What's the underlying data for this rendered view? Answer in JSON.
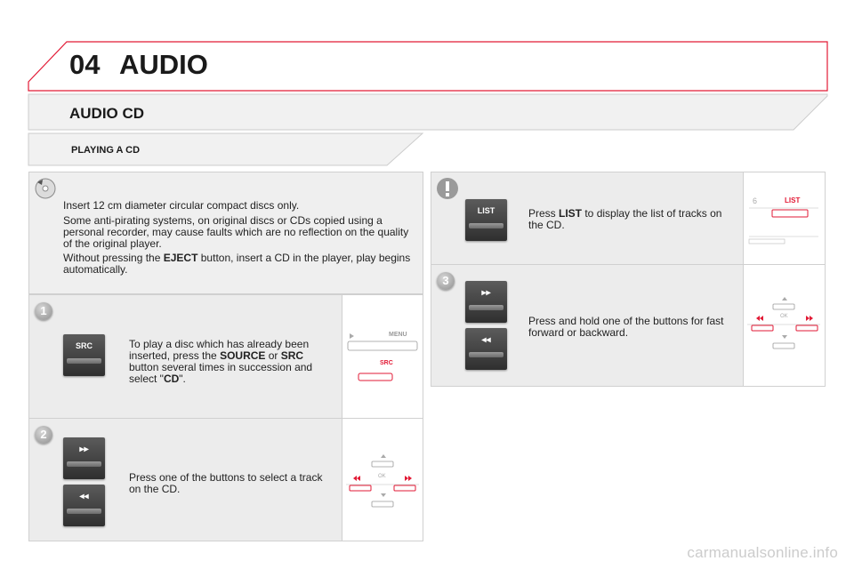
{
  "header": {
    "number": "04",
    "title": "AUDIO"
  },
  "section": {
    "title": "AUDIO CD"
  },
  "subsection": {
    "title": "PLAYING A CD"
  },
  "intro": {
    "p1": "Insert 12 cm diameter circular compact discs only.",
    "p2": "Some anti-pirating systems, on original discs or CDs copied using a personal recorder, may cause faults which are no reflection on the quality of the original player.",
    "p3_before": "Without pressing the ",
    "p3_bold": "EJECT",
    "p3_after": " button, insert a CD in the player, play begins automatically."
  },
  "step1": {
    "number": "1",
    "button_label": "SRC",
    "text_before": "To play a disc which has already been inserted, press the ",
    "bold1": "SOURCE",
    "mid": " or ",
    "bold2": "SRC",
    "text_after": " button several times in succession and select \"",
    "bold3": "CD",
    "end": "\".",
    "diagram": {
      "menu": "MENU",
      "src": "SRC"
    }
  },
  "step2": {
    "number": "2",
    "text": "Press one of the buttons to select a track on the CD.",
    "diagram": {
      "ok": "OK"
    }
  },
  "warning": {
    "icon": "!"
  },
  "list_step": {
    "button_label": "LIST",
    "text_before": "Press ",
    "bold": "LIST",
    "text_after": " to display the list of tracks on the CD.",
    "diagram": {
      "number": "6",
      "label": "LIST"
    }
  },
  "step3": {
    "number": "3",
    "text": "Press and hold one of the buttons for fast forward or backward.",
    "diagram": {
      "ok": "OK"
    }
  },
  "footer": {
    "text": "carmanualsonline.info"
  },
  "colors": {
    "accent": "#e2102b",
    "title": "#1a1a1a"
  }
}
